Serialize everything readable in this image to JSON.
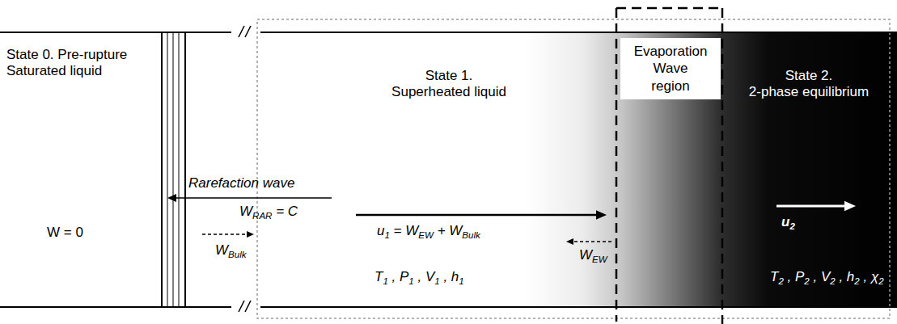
{
  "diagram": {
    "nodes": [
      {
        "text": [
          "Evaporation Wave region"
        ]
      }
    ],
    "edges": [],
    "labels": [
      "State 0. Pre-rupture Saturated liquid",
      "Rarefaction wave",
      "WRAR = C",
      "W = 0",
      "WBulk",
      "State 1. Superheated liquid",
      "u1 = WEW + WBulk",
      "WEW",
      "T1 , P1 , V1 , h1",
      "State 2. 2-phase equilibrium",
      "u2",
      "T2 , P2 , V2 , h2 , χ2"
    ]
  }
}
